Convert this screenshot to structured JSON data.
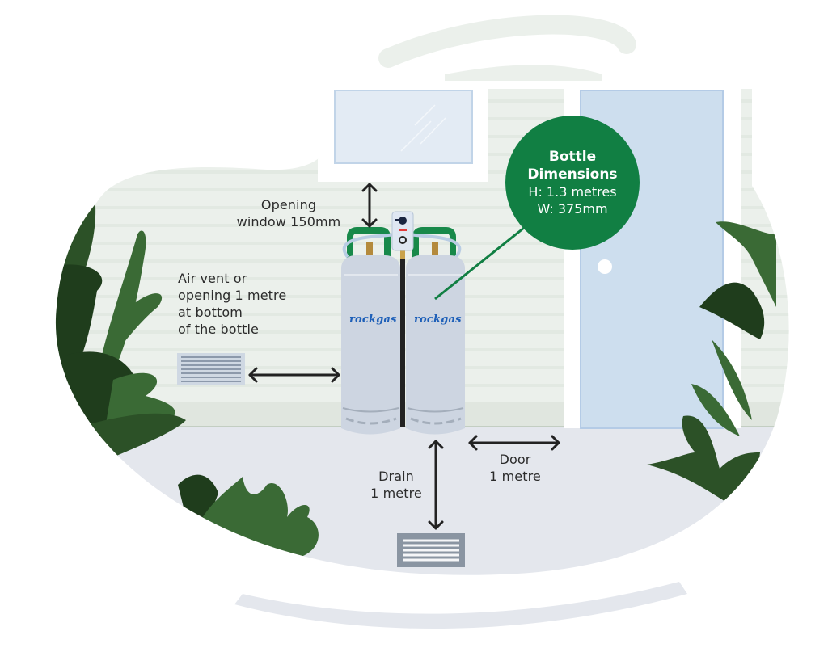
{
  "diagram": {
    "title": "Gas bottle installation clearances",
    "callout": {
      "title_line1": "Bottle",
      "title_line2": "Dimensions",
      "height": "H: 1.3 metres",
      "width": "W: 375mm"
    },
    "labels": {
      "window": "Opening\nwindow 150mm",
      "air_vent": "Air vent or\nopening 1 metre\nat bottom\nof the bottle",
      "drain": "Drain\n1 metre",
      "door": "Door\n1 metre"
    },
    "bottles": [
      {
        "brand": "rockgas"
      },
      {
        "brand": "rockgas"
      }
    ],
    "colors": {
      "brand_green": "#117f43",
      "wall": "#ebf0eb",
      "floor": "#e4e7ed",
      "door": "#cddeee",
      "bottle": "#cdd5e1",
      "leaf_light": "#3a6a35",
      "leaf_dark": "#1f3d1c",
      "logo_blue": "#1d5fb8"
    }
  }
}
